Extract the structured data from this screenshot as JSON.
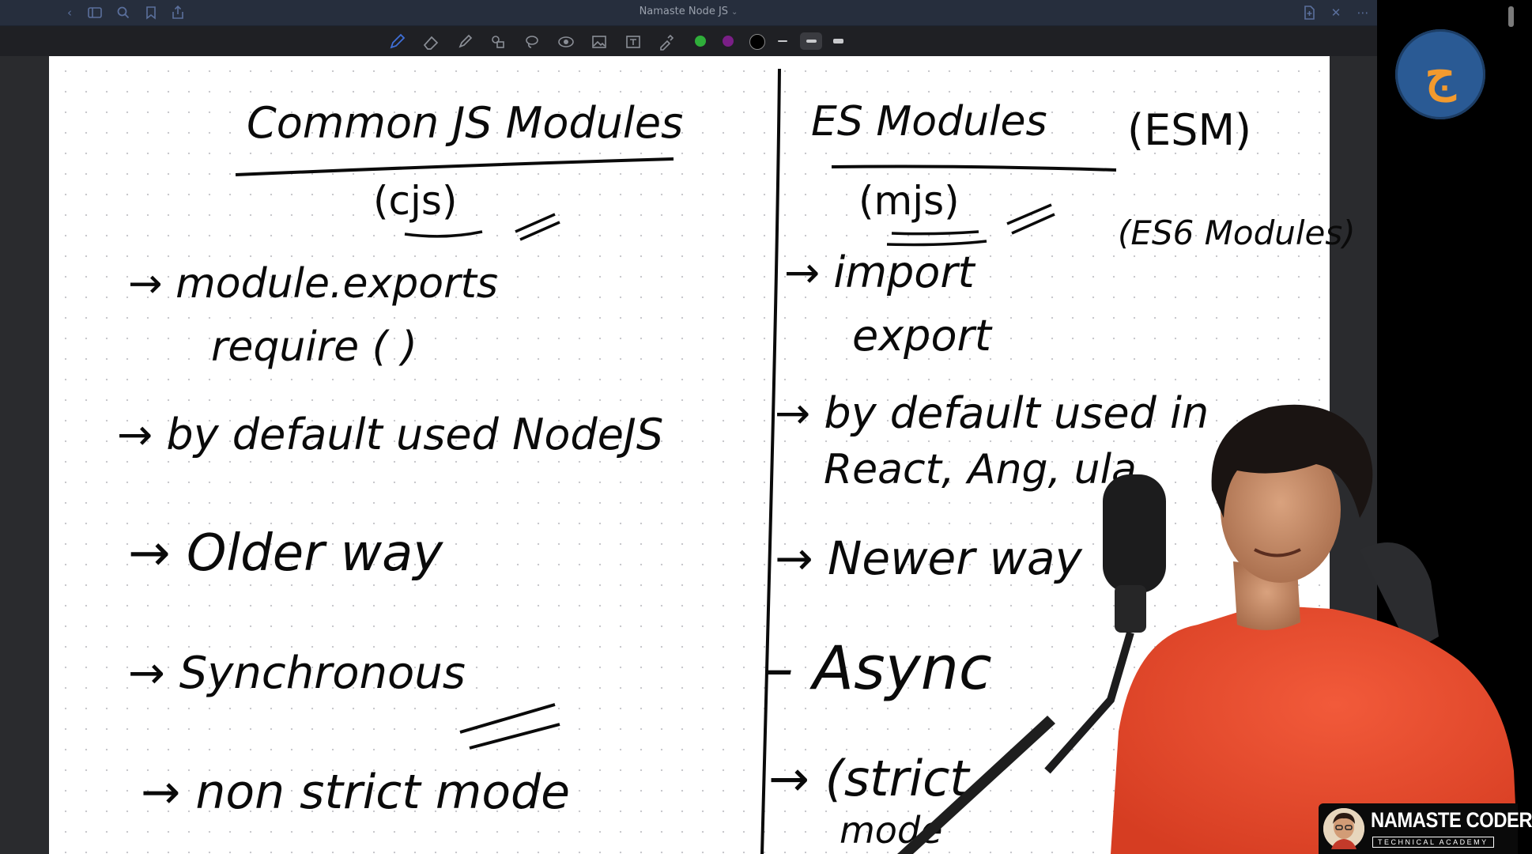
{
  "window": {
    "title": "Namaste Node JS",
    "title_chevron": "⌄"
  },
  "toolbar": {
    "colors": {
      "ink_green": "#2fae3a",
      "ink_purple": "#7a1f86",
      "ink_black": "#000000"
    }
  },
  "notes": {
    "left": {
      "heading": "Common JS Modules",
      "abbrev": "(cjs)",
      "points": [
        "→ module.exports",
        "require ( )",
        "→ by default used NodeJS",
        "→ Older way",
        "→ Synchronous",
        "→ non strict mode"
      ]
    },
    "right": {
      "heading": "ES Modules",
      "aside_1": "(ESM)",
      "aside_2": "(ES6 Modules)",
      "abbrev": "(mjs)",
      "points": [
        "→ import",
        "export",
        "→ by default used in",
        "React, Ang, ula",
        "→ Newer way",
        "– Async",
        "→ (strict",
        "mode"
      ]
    }
  },
  "channel": {
    "logo_glyph": "ج"
  },
  "watermark": {
    "title": "NAMASTE CODER",
    "subtitle": "TECHNICAL ACADEMY"
  }
}
